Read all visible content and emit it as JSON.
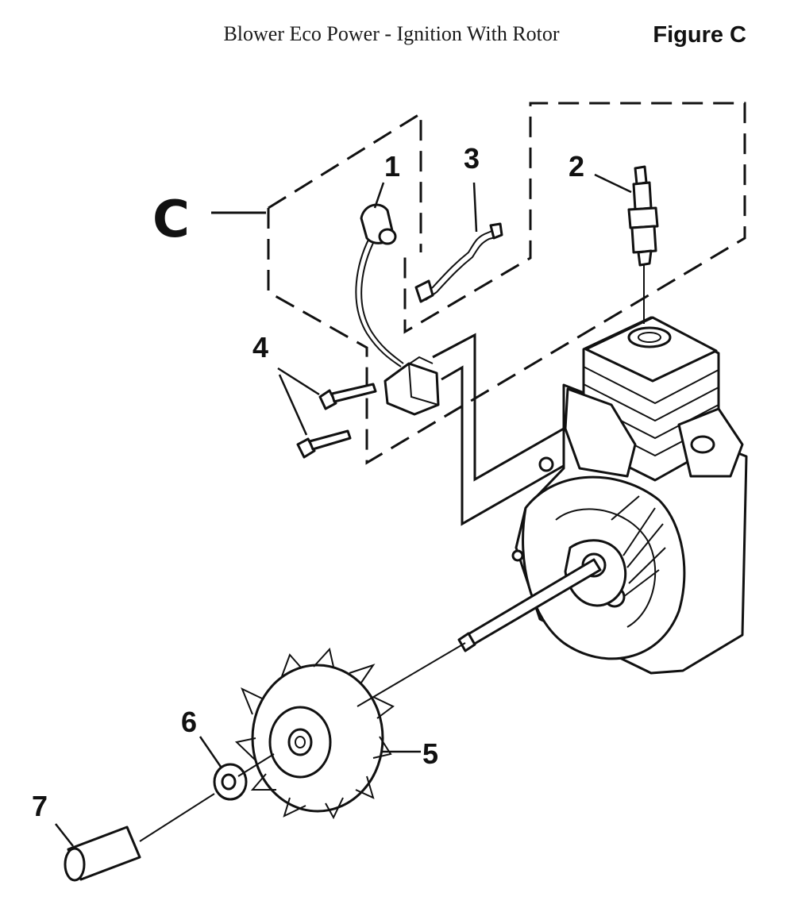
{
  "header": {
    "title": "Blower Eco Power - Ignition With Rotor",
    "figure_label": "Figure C"
  },
  "group_label": "C",
  "callouts": {
    "p1": "1",
    "p2": "2",
    "p3": "3",
    "p4": "4",
    "p5": "5",
    "p6": "6",
    "p7": "7"
  }
}
